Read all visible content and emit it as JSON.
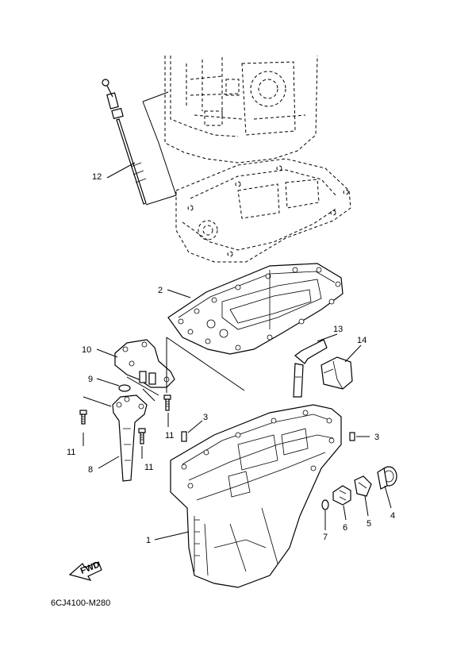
{
  "diagram": {
    "caption": "6CJ4100-M280",
    "fwd_label": "FWD",
    "callouts": [
      {
        "id": "12",
        "text": "12"
      },
      {
        "id": "2",
        "text": "2"
      },
      {
        "id": "10",
        "text": "10"
      },
      {
        "id": "9",
        "text": "9"
      },
      {
        "id": "13",
        "text": "13"
      },
      {
        "id": "14",
        "text": "14"
      },
      {
        "id": "11a",
        "text": "11"
      },
      {
        "id": "11b",
        "text": "11"
      },
      {
        "id": "11c",
        "text": "11"
      },
      {
        "id": "3a",
        "text": "3"
      },
      {
        "id": "3b",
        "text": "3"
      },
      {
        "id": "8",
        "text": "8"
      },
      {
        "id": "1",
        "text": "1"
      },
      {
        "id": "4",
        "text": "4"
      },
      {
        "id": "5",
        "text": "5"
      },
      {
        "id": "6",
        "text": "6"
      },
      {
        "id": "7",
        "text": "7"
      }
    ]
  }
}
